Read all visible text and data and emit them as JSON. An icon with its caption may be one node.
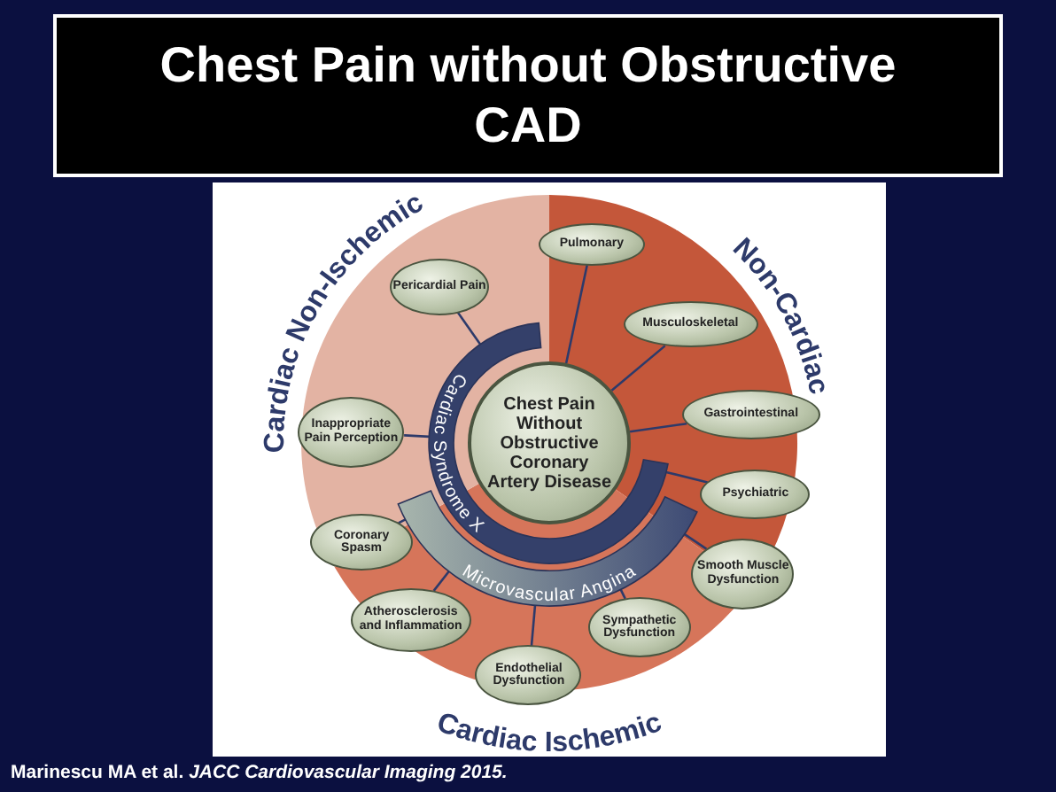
{
  "diagram": {
    "title": "Chest Pain without Obstructive CAD",
    "caption": "Marinescu MA et al.  *JACC Cardiovascular Imaging 2015.*",
    "nodes": [
      {
        "text": [
          "Chest Pain Without Obstructive Coronary Artery Disease"
        ]
      },
      {
        "text": [
          "Pericardial Pain"
        ]
      },
      {
        "text": [
          "Inappropriate Pain Perception"
        ]
      },
      {
        "text": [
          "Pulmonary"
        ]
      },
      {
        "text": [
          "Musculoskeletal"
        ]
      },
      {
        "text": [
          "Gastrointestinal"
        ]
      },
      {
        "text": [
          "Psychiatric"
        ]
      },
      {
        "text": [
          "Smooth Muscle Dysfunction"
        ]
      },
      {
        "text": [
          "Sympathetic Dysfunction"
        ]
      },
      {
        "text": [
          "Endothelial Dysfunction"
        ]
      },
      {
        "text": [
          "Atherosclerosis and Inflammation"
        ]
      },
      {
        "text": [
          "Coronary Spasm"
        ]
      },
      {
        "text": [
          "Cardiac Syndrome X"
        ]
      },
      {
        "text": [
          "Microvascular Angina"
        ]
      }
    ],
    "edges": [
      {
        "from": 12,
        "to": 1,
        "arrow": "none"
      },
      {
        "from": 12,
        "to": 2,
        "arrow": "none"
      },
      {
        "from": 0,
        "to": 3,
        "arrow": "none"
      },
      {
        "from": 0,
        "to": 4,
        "arrow": "none"
      },
      {
        "from": 0,
        "to": 5,
        "arrow": "none"
      },
      {
        "from": 12,
        "to": 6,
        "arrow": "none"
      },
      {
        "from": 13,
        "to": 7,
        "arrow": "none"
      },
      {
        "from": 13,
        "to": 8,
        "arrow": "none"
      },
      {
        "from": 13,
        "to": 9,
        "arrow": "none"
      },
      {
        "from": 13,
        "to": 10,
        "arrow": "none"
      },
      {
        "from": 13,
        "to": 11,
        "arrow": "none"
      }
    ],
    "labels": [
      "Cardiac Non-Ischemic",
      "Non-Cardiac",
      "Cardiac Ischemic"
    ]
  }
}
